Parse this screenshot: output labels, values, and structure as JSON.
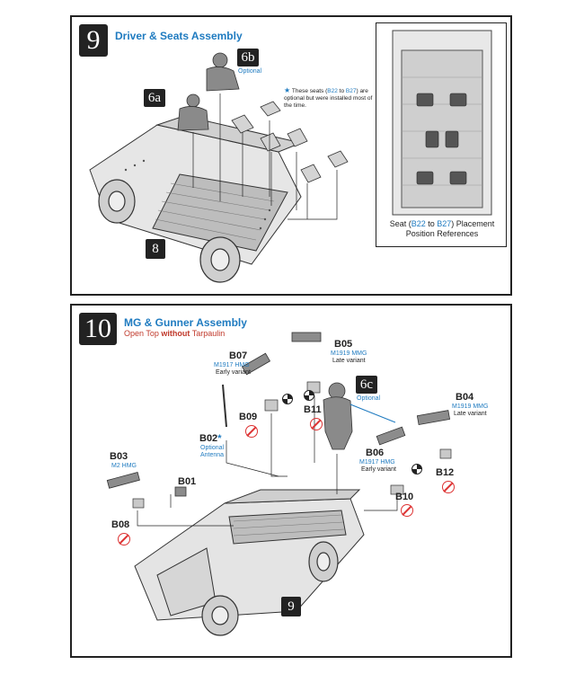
{
  "step9": {
    "number": "9",
    "title": "Driver & Seats Assembly",
    "badge_6b": "6b",
    "badge_6b_note": "Optional",
    "badge_6a": "6a",
    "sub_step": "8",
    "note_star": "★",
    "note_pre": "These seats (",
    "note_b22": "B22",
    "note_to": " to ",
    "note_b27": "B27",
    "note_post": ") are optional but were installed most of the time.",
    "ref_caption_pre": "Seat (",
    "ref_caption_b22": "B22",
    "ref_caption_to": " to ",
    "ref_caption_b27": "B27",
    "ref_caption_post": ") Placement",
    "ref_caption_line2": "Position References"
  },
  "step10": {
    "number": "10",
    "title": "MG & Gunner Assembly",
    "subtitle_a": "Open Top ",
    "subtitle_b": "without",
    "subtitle_c": " Tarpaulin",
    "sub_step": "9",
    "badge_6c": "6c",
    "badge_6c_note": "Optional",
    "parts": {
      "b07": {
        "label": "B07",
        "note1": "M1917 HMG",
        "note2": "Early variant"
      },
      "b05": {
        "label": "B05",
        "note1": "M1919 MMG",
        "note2": "Late variant"
      },
      "b04": {
        "label": "B04",
        "note1": "M1919 MMG",
        "note2": "Late variant"
      },
      "b09": {
        "label": "B09"
      },
      "b11": {
        "label": "B11"
      },
      "b02": {
        "label": "B02",
        "star": "*",
        "note1": "Optional",
        "note2": "Antenna"
      },
      "b03": {
        "label": "B03",
        "note1": "M2 HMG"
      },
      "b01": {
        "label": "B01"
      },
      "b08": {
        "label": "B08"
      },
      "b06": {
        "label": "B06",
        "note1": "M1917 HMG",
        "note2": "Early variant"
      },
      "b12": {
        "label": "B12"
      },
      "b10": {
        "label": "B10"
      }
    }
  }
}
